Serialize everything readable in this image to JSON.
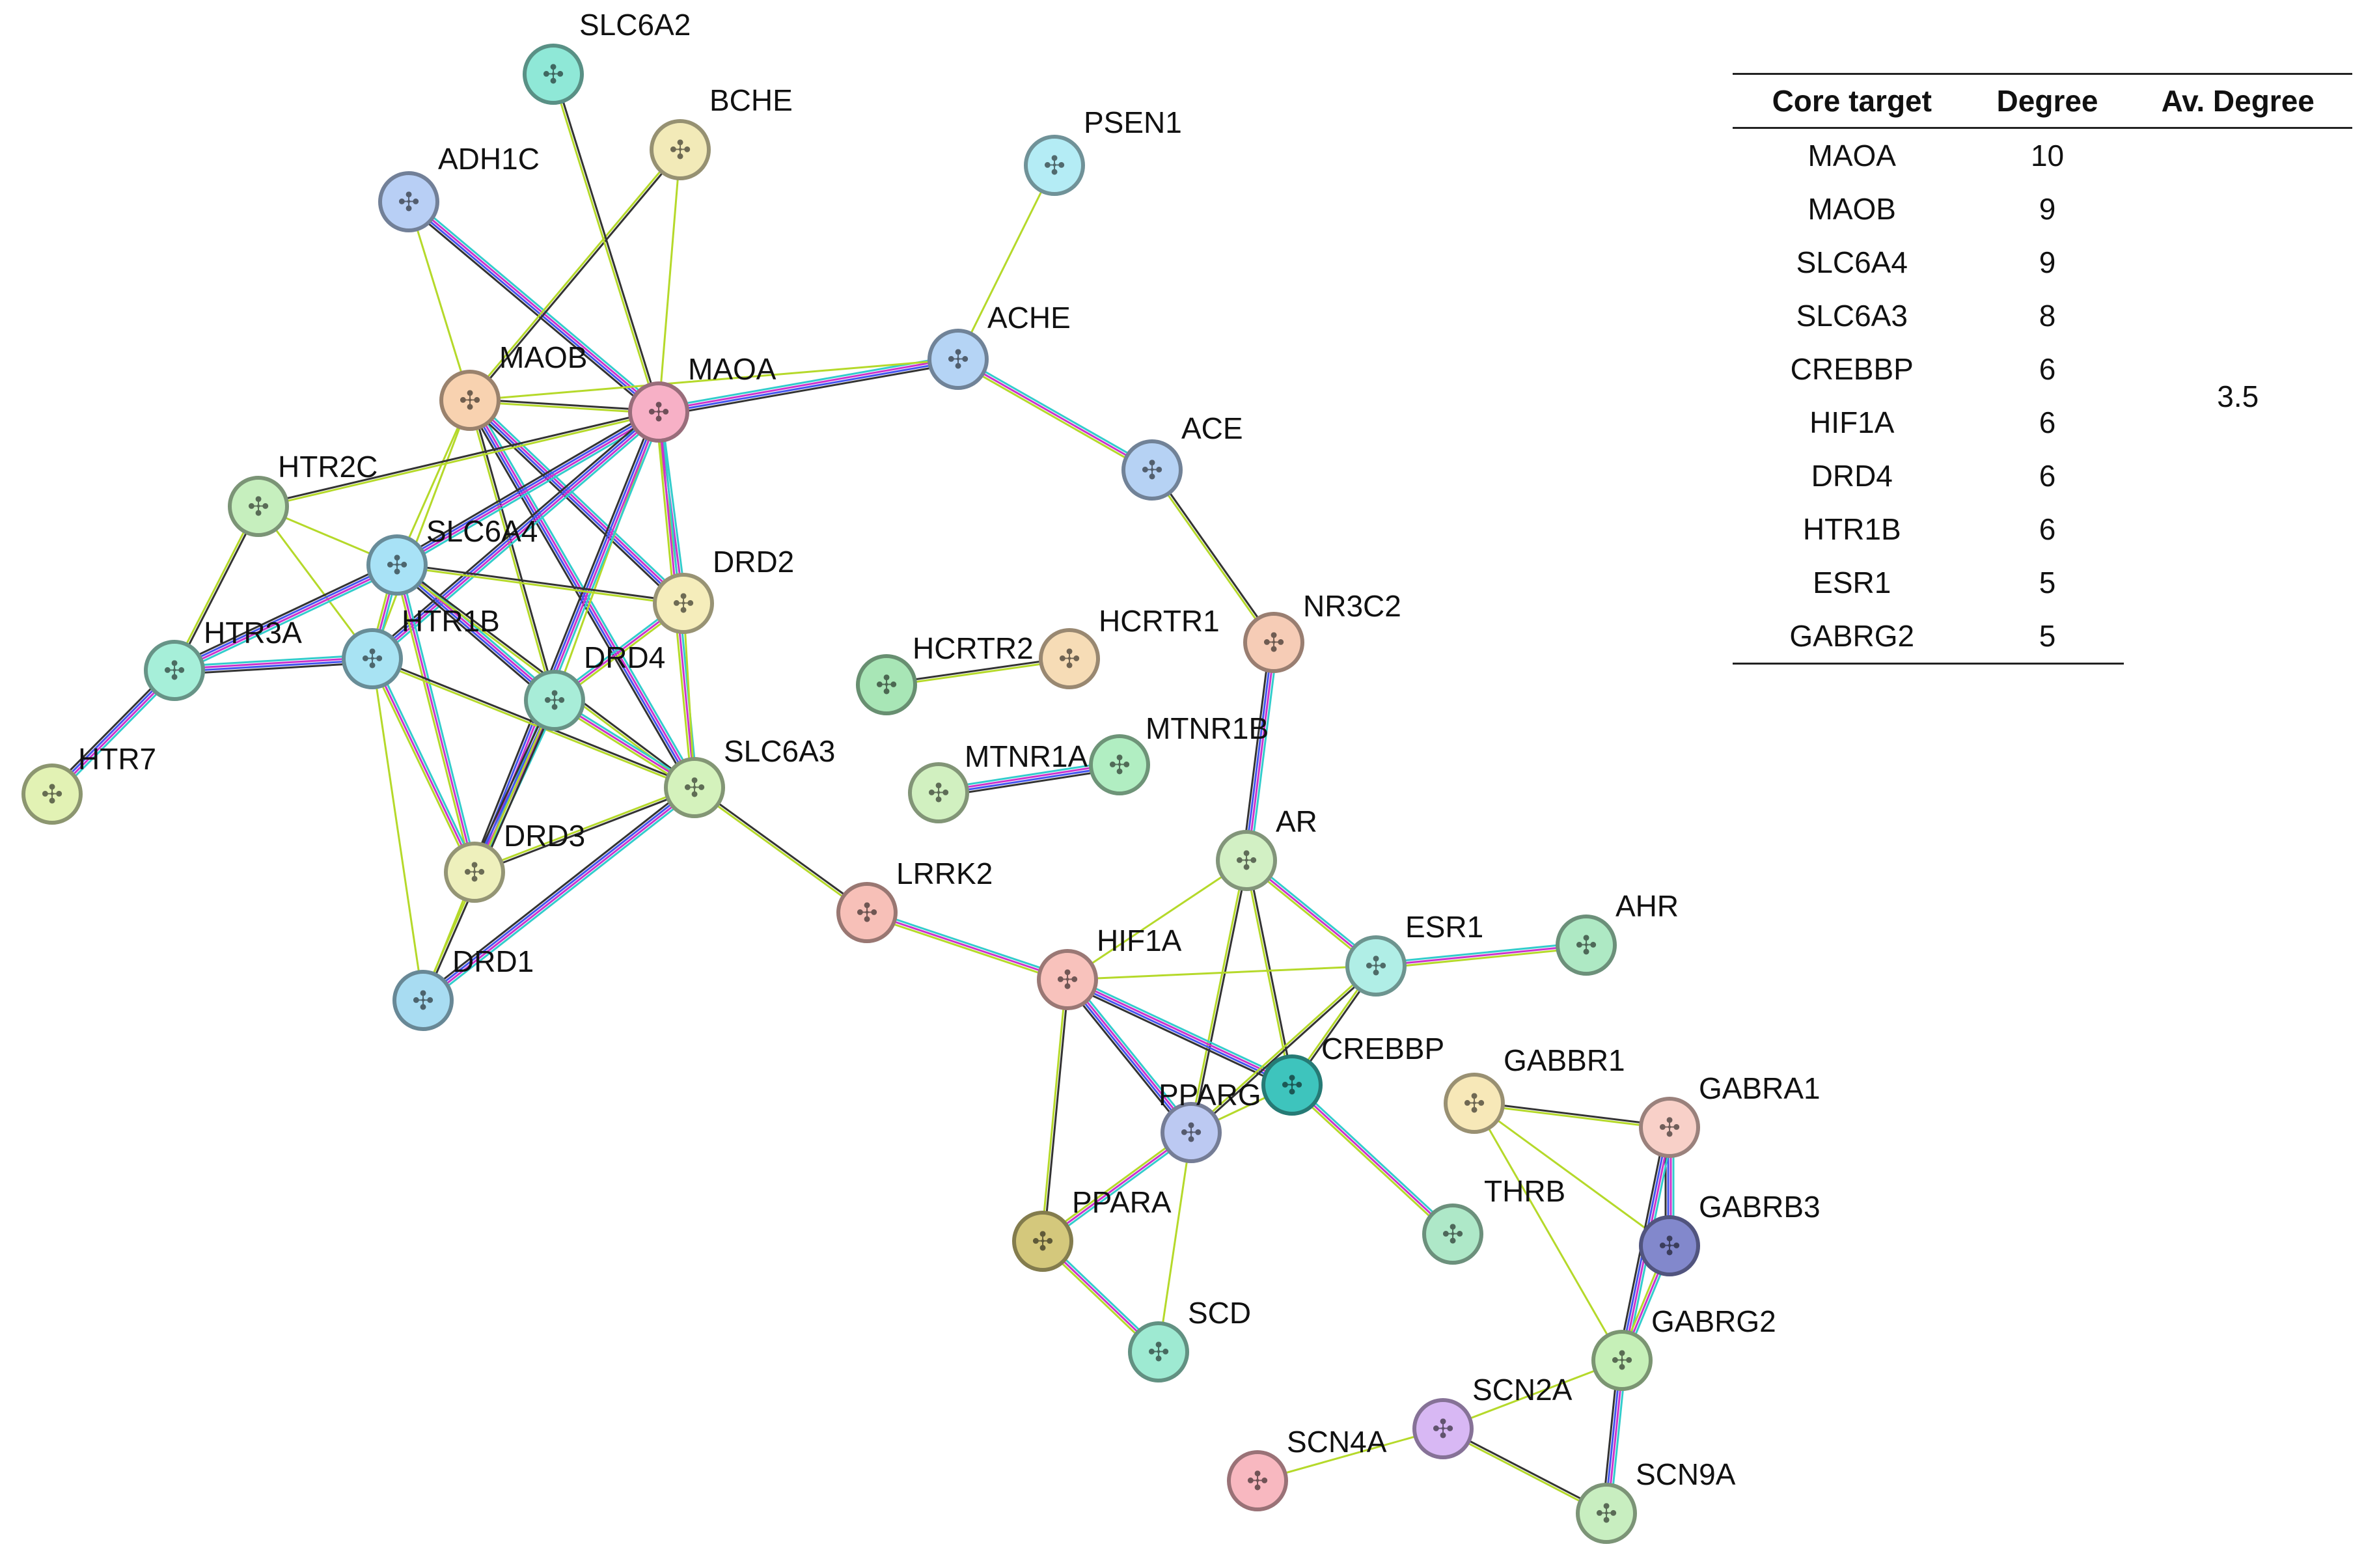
{
  "network": {
    "nodes": [
      {
        "id": "SLC6A2",
        "label": "SLC6A2",
        "color": "#8fe8d7"
      },
      {
        "id": "BCHE",
        "label": "BCHE",
        "color": "#f2eab8"
      },
      {
        "id": "ADH1C",
        "label": "ADH1C",
        "color": "#b8cff5"
      },
      {
        "id": "PSEN1",
        "label": "PSEN1",
        "color": "#b4ecf5"
      },
      {
        "id": "ACHE",
        "label": "ACHE",
        "color": "#b5d4f5"
      },
      {
        "id": "MAOB",
        "label": "MAOB",
        "color": "#f8d2b0"
      },
      {
        "id": "MAOA",
        "label": "MAOA",
        "color": "#f7b0c6"
      },
      {
        "id": "ACE",
        "label": "ACE",
        "color": "#b6d2f4"
      },
      {
        "id": "HTR2C",
        "label": "HTR2C",
        "color": "#c6efbe"
      },
      {
        "id": "SLC6A4",
        "label": "SLC6A4",
        "color": "#a8e2f6"
      },
      {
        "id": "DRD2",
        "label": "DRD2",
        "color": "#f5edbb"
      },
      {
        "id": "HTR3A",
        "label": "HTR3A",
        "color": "#a6efd9"
      },
      {
        "id": "HTR1B",
        "label": "HTR1B",
        "color": "#a8e3f3"
      },
      {
        "id": "DRD4",
        "label": "DRD4",
        "color": "#a8edd8"
      },
      {
        "id": "HCRTR2",
        "label": "HCRTR2",
        "color": "#a8e6b6"
      },
      {
        "id": "HCRTR1",
        "label": "HCRTR1",
        "color": "#f6dcb6"
      },
      {
        "id": "NR3C2",
        "label": "NR3C2",
        "color": "#f6ccb6"
      },
      {
        "id": "HTR7",
        "label": "HTR7",
        "color": "#e2f2b4"
      },
      {
        "id": "SLC6A3",
        "label": "SLC6A3",
        "color": "#d4f2bc"
      },
      {
        "id": "MTNR1A",
        "label": "MTNR1A",
        "color": "#d1f0c0"
      },
      {
        "id": "MTNR1B",
        "label": "MTNR1B",
        "color": "#b1eec2"
      },
      {
        "id": "DRD3",
        "label": "DRD3",
        "color": "#eef0bc"
      },
      {
        "id": "AR",
        "label": "AR",
        "color": "#d2f0c4"
      },
      {
        "id": "LRRK2",
        "label": "LRRK2",
        "color": "#f7c0b8"
      },
      {
        "id": "AHR",
        "label": "AHR",
        "color": "#aee9c4"
      },
      {
        "id": "ESR1",
        "label": "ESR1",
        "color": "#b0eee6"
      },
      {
        "id": "HIF1A",
        "label": "HIF1A",
        "color": "#f8c2bc"
      },
      {
        "id": "DRD1",
        "label": "DRD1",
        "color": "#a8dcf2"
      },
      {
        "id": "CREBBP",
        "label": "CREBBP",
        "color": "#3ec4bd"
      },
      {
        "id": "GABBR1",
        "label": "GABBR1",
        "color": "#f7e8b8"
      },
      {
        "id": "GABRA1",
        "label": "GABRA1",
        "color": "#f8d0c8"
      },
      {
        "id": "PPARG",
        "label": "PPARG",
        "color": "#bcc9f2"
      },
      {
        "id": "THRB",
        "label": "THRB",
        "color": "#aee8c8"
      },
      {
        "id": "GABRB3",
        "label": "GABRB3",
        "color": "#8288cc"
      },
      {
        "id": "PPARA",
        "label": "PPARA",
        "color": "#d4c87c"
      },
      {
        "id": "SCD",
        "label": "SCD",
        "color": "#9eead2"
      },
      {
        "id": "GABRG2",
        "label": "GABRG2",
        "color": "#c6f0b8"
      },
      {
        "id": "SCN2A",
        "label": "SCN2A",
        "color": "#d8b8f4"
      },
      {
        "id": "SCN4A",
        "label": "SCN4A",
        "color": "#f8b8c0"
      },
      {
        "id": "SCN9A",
        "label": "SCN9A",
        "color": "#c8eec0"
      }
    ],
    "edges": [
      [
        "ADH1C",
        "MAOB"
      ],
      [
        "ADH1C",
        "MAOA"
      ],
      [
        "BCHE",
        "MAOA"
      ],
      [
        "BCHE",
        "MAOB"
      ],
      [
        "SLC6A2",
        "MAOA"
      ],
      [
        "MAOB",
        "MAOA"
      ],
      [
        "MAOA",
        "ACHE"
      ],
      [
        "MAOB",
        "ACHE"
      ],
      [
        "PSEN1",
        "ACHE"
      ],
      [
        "ACHE",
        "ACE"
      ],
      [
        "ACE",
        "NR3C2"
      ],
      [
        "MAOB",
        "SLC6A4"
      ],
      [
        "MAOB",
        "HTR1B"
      ],
      [
        "MAOB",
        "DRD4"
      ],
      [
        "MAOB",
        "SLC6A3"
      ],
      [
        "MAOB",
        "DRD2"
      ],
      [
        "MAOA",
        "SLC6A4"
      ],
      [
        "MAOA",
        "DRD4"
      ],
      [
        "MAOA",
        "DRD2"
      ],
      [
        "MAOA",
        "SLC6A3"
      ],
      [
        "MAOA",
        "DRD3"
      ],
      [
        "MAOA",
        "HTR1B"
      ],
      [
        "HTR2C",
        "SLC6A4"
      ],
      [
        "HTR2C",
        "HTR1B"
      ],
      [
        "HTR2C",
        "HTR3A"
      ],
      [
        "HTR2C",
        "MAOA"
      ],
      [
        "SLC6A4",
        "HTR1B"
      ],
      [
        "SLC6A4",
        "HTR3A"
      ],
      [
        "SLC6A4",
        "DRD4"
      ],
      [
        "SLC6A4",
        "DRD2"
      ],
      [
        "SLC6A4",
        "SLC6A3"
      ],
      [
        "SLC6A4",
        "DRD3"
      ],
      [
        "HTR3A",
        "HTR1B"
      ],
      [
        "HTR3A",
        "HTR7"
      ],
      [
        "HTR1B",
        "SLC6A3"
      ],
      [
        "HTR1B",
        "DRD3"
      ],
      [
        "HTR1B",
        "DRD1"
      ],
      [
        "DRD4",
        "SLC6A3"
      ],
      [
        "DRD4",
        "DRD2"
      ],
      [
        "DRD4",
        "DRD3"
      ],
      [
        "DRD4",
        "DRD1"
      ],
      [
        "DRD2",
        "SLC6A3"
      ],
      [
        "SLC6A3",
        "DRD3"
      ],
      [
        "SLC6A3",
        "DRD1"
      ],
      [
        "DRD3",
        "DRD1"
      ],
      [
        "SLC6A3",
        "LRRK2"
      ],
      [
        "HCRTR2",
        "HCRTR1"
      ],
      [
        "MTNR1A",
        "MTNR1B"
      ],
      [
        "NR3C2",
        "AR"
      ],
      [
        "LRRK2",
        "HIF1A"
      ],
      [
        "AR",
        "HIF1A"
      ],
      [
        "AR",
        "ESR1"
      ],
      [
        "AR",
        "CREBBP"
      ],
      [
        "AR",
        "PPARG"
      ],
      [
        "HIF1A",
        "ESR1"
      ],
      [
        "HIF1A",
        "CREBBP"
      ],
      [
        "HIF1A",
        "PPARG"
      ],
      [
        "HIF1A",
        "PPARA"
      ],
      [
        "ESR1",
        "AHR"
      ],
      [
        "ESR1",
        "CREBBP"
      ],
      [
        "ESR1",
        "PPARG"
      ],
      [
        "CREBBP",
        "PPARG"
      ],
      [
        "CREBBP",
        "THRB"
      ],
      [
        "PPARG",
        "PPARA"
      ],
      [
        "PPARG",
        "SCD"
      ],
      [
        "PPARA",
        "SCD"
      ],
      [
        "GABBR1",
        "GABRA1"
      ],
      [
        "GABBR1",
        "GABRB3"
      ],
      [
        "GABBR1",
        "GABRG2"
      ],
      [
        "GABRA1",
        "GABRB3"
      ],
      [
        "GABRA1",
        "GABRG2"
      ],
      [
        "GABRB3",
        "GABRG2"
      ],
      [
        "GABRG2",
        "SCN2A"
      ],
      [
        "GABRG2",
        "SCN9A"
      ],
      [
        "SCN2A",
        "SCN4A"
      ],
      [
        "SCN2A",
        "SCN9A"
      ]
    ]
  },
  "table": {
    "headers": [
      "Core target",
      "Degree",
      "Av. Degree"
    ],
    "rows": [
      {
        "target": "MAOA",
        "degree": "10"
      },
      {
        "target": "MAOB",
        "degree": "9"
      },
      {
        "target": "SLC6A4",
        "degree": "9"
      },
      {
        "target": "SLC6A3",
        "degree": "8"
      },
      {
        "target": "CREBBP",
        "degree": "6"
      },
      {
        "target": "HIF1A",
        "degree": "6"
      },
      {
        "target": "DRD4",
        "degree": "6"
      },
      {
        "target": "HTR1B",
        "degree": "6"
      },
      {
        "target": "ESR1",
        "degree": "5"
      },
      {
        "target": "GABRG2",
        "degree": "5"
      }
    ],
    "av_degree": "3.5"
  }
}
